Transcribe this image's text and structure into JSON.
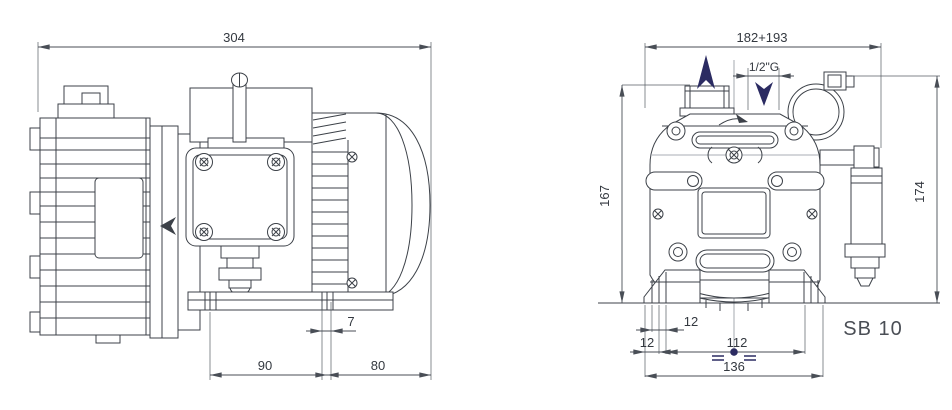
{
  "drawing": {
    "model_label": "SB 10",
    "colors": {
      "line": "#3c4148",
      "dimension_line": "#494e56",
      "text": "#343940",
      "accent_navy": "#2b2b62",
      "background": "#ffffff"
    },
    "side_view": {
      "dims": {
        "overall_length": "304",
        "foot_slot": "7",
        "foot_to_center": "90",
        "center_to_end": "80"
      }
    },
    "front_view": {
      "dims": {
        "overall_width": "182+193",
        "port": "1/2\"G",
        "height_to_port": "167",
        "overall_height": "174",
        "slot_upper": "12",
        "slot_lower": "12",
        "feet_holes_span": "112",
        "feet_overall": "136"
      },
      "icons": [
        "exhaust-arrow",
        "suction-arrow",
        "rotation-arrow",
        "symmetry-marks"
      ]
    }
  }
}
